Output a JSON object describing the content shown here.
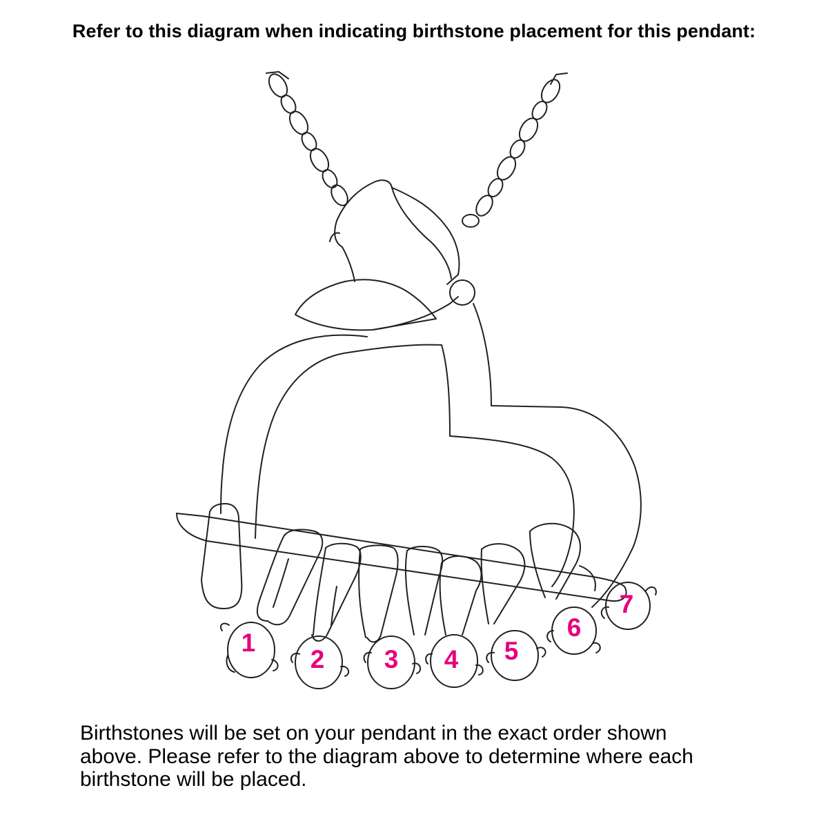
{
  "heading": "Refer to this diagram when indicating birthstone placement for this pendant:",
  "diagram": {
    "accent_color": "#e6007e",
    "line_color": "#231f20",
    "stone_positions": [
      "1",
      "2",
      "3",
      "4",
      "5",
      "6",
      "7"
    ]
  },
  "instructions": {
    "lines": [
      "Birthstones will be set on your pendant in the exact order shown",
      "above. Please refer to the diagram above to determine where each",
      "birthstone will be placed."
    ]
  }
}
